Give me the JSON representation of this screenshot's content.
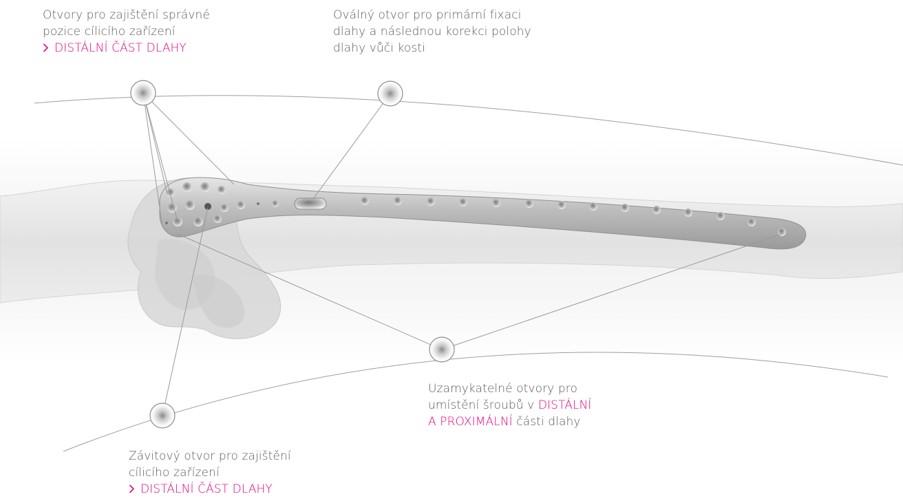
{
  "callouts": {
    "top_left": {
      "lines": [
        "Otvory pro zajištění správné",
        "pozice cílicího zařízení"
      ],
      "link": "DISTÁLNÍ ČÁST DLAHY"
    },
    "top_middle": {
      "lines": [
        "Oválný otvor pro primární fixaci",
        "dlahy a následnou korekci polohy",
        "dlahy vůči kosti"
      ]
    },
    "bottom_right": {
      "line1": "Uzamykatelné otvory pro",
      "line2_text": "umístění šroubů v ",
      "line2_accent": "DISTÁLNÍ",
      "line3_accent": "A PROXIMÁLNÍ",
      "line3_text": " části dlahy"
    },
    "bottom_left": {
      "lines": [
        "Závitový otvor pro zajištění",
        "cílicího zařízení"
      ],
      "link": "DISTÁLNÍ ČÁST DLAHY"
    }
  },
  "link_icon": "chevron-right-icon",
  "colors": {
    "accent": "#e4007f",
    "text": "#5b5b5b",
    "leader_lines": "#9a9a9a",
    "plate": "#c9c9c9",
    "bone": "#e6e6e6"
  }
}
